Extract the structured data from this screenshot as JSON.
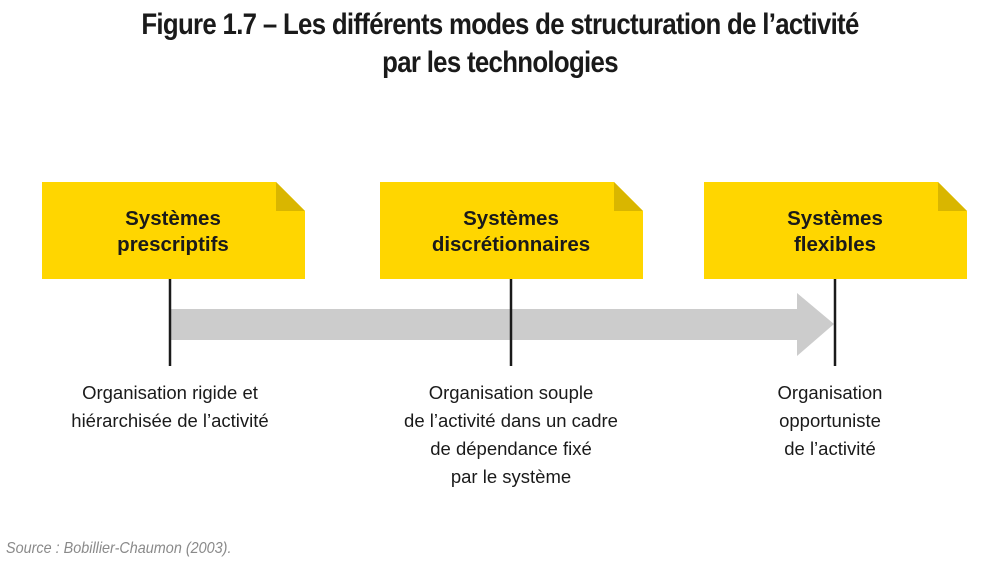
{
  "title": {
    "line1": "Figure 1.7 – Les différents modes de structuration de l’activité",
    "line2": "par les technologies"
  },
  "stages": [
    {
      "label_line1": "Systèmes",
      "label_line2": "prescriptifs",
      "description": [
        "Organisation rigide et",
        "hiérarchisée de l’activité"
      ]
    },
    {
      "label_line1": "Systèmes",
      "label_line2": "discrétionnaires",
      "description": [
        "Organisation souple",
        "de l’activité dans un cadre",
        "de dépendance fixé",
        "par le système"
      ]
    },
    {
      "label_line1": "Systèmes",
      "label_line2": "flexibles",
      "description": [
        "Organisation",
        "opportuniste",
        "de l’activité"
      ]
    }
  ],
  "source": "Source : Bobillier-Chaumon (2003).",
  "colors": {
    "box_fill": "#FFD600",
    "box_fold": "#D9B600",
    "arrow": "#CCCCCC",
    "line": "#1a1a1a"
  }
}
